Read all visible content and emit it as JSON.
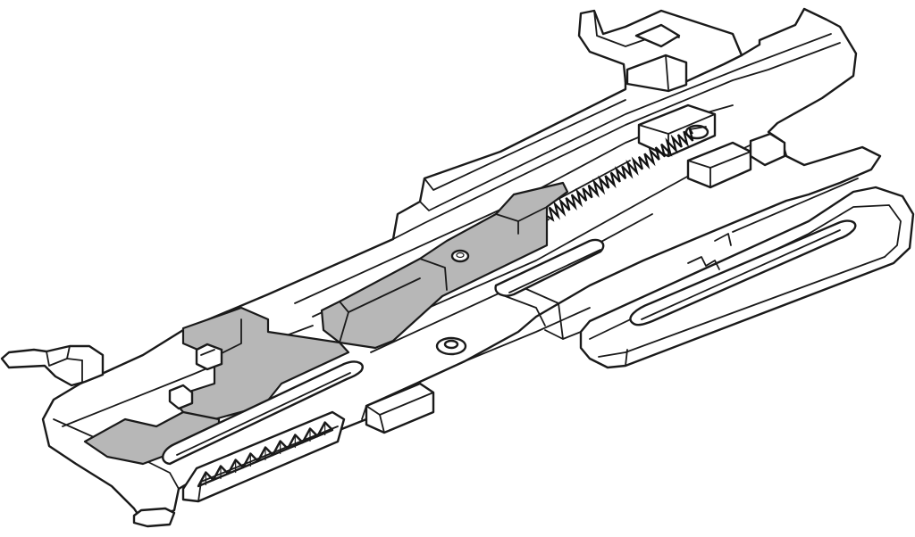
{
  "figure": {
    "image_alt": "",
    "colors": {
      "outline": "#1a1a1a",
      "body_fill": "#ffffff",
      "shaded_part_fill": "#b7b7b7",
      "background": "#ffffff"
    },
    "parts": [
      "main-frame",
      "right-slide-plate",
      "top-right-bracket",
      "left-hook-tab",
      "shaded-sliding-plate",
      "shaded-lower-block",
      "tension-spring",
      "center-slot",
      "right-slot",
      "left-slot",
      "serrated-ramp",
      "mounting-hole"
    ]
  }
}
